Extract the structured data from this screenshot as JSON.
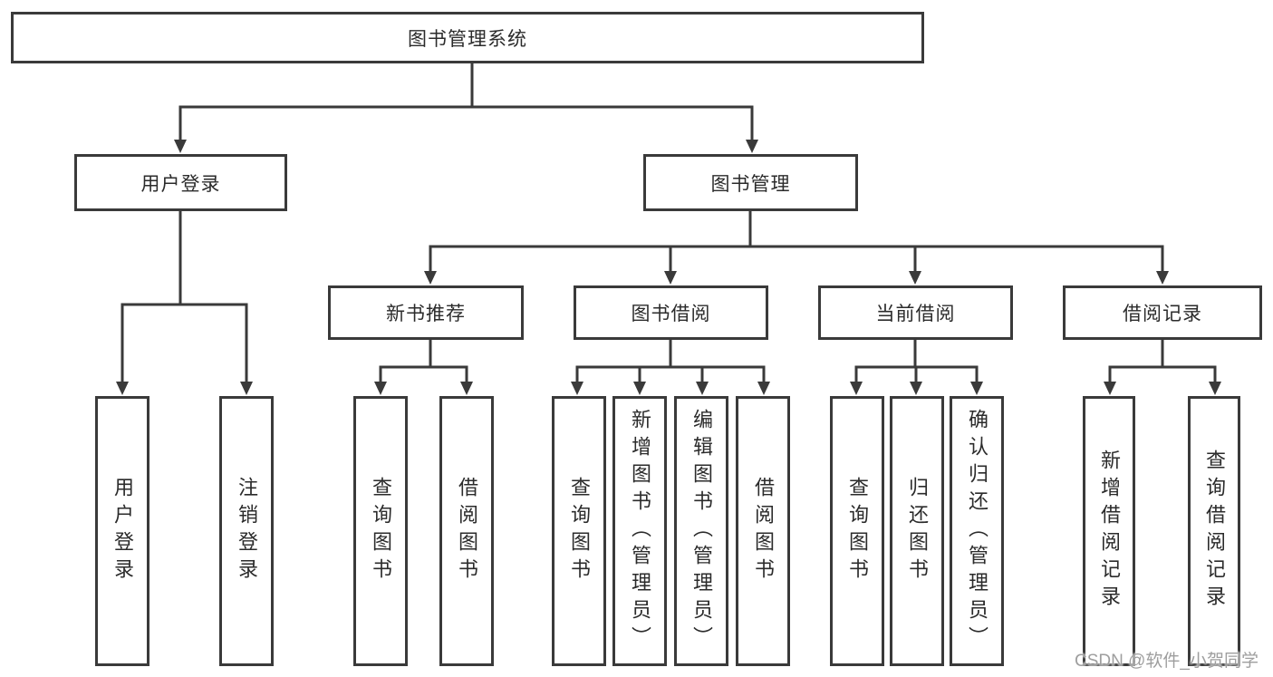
{
  "diagram": {
    "title_note": "",
    "root": {
      "label": "图书管理系统"
    },
    "level2": [
      {
        "id": "user-login",
        "label": "用户登录"
      },
      {
        "id": "book-management",
        "label": "图书管理"
      }
    ],
    "level3": [
      {
        "id": "new-book-recommend",
        "parent": "图书管理",
        "label": "新书推荐"
      },
      {
        "id": "book-borrow",
        "parent": "图书管理",
        "label": "图书借阅"
      },
      {
        "id": "current-borrow",
        "parent": "图书管理",
        "label": "当前借阅"
      },
      {
        "id": "borrow-records",
        "parent": "图书管理",
        "label": "借阅记录"
      }
    ],
    "leaves": [
      {
        "parent": "用户登录",
        "label": "用户登录"
      },
      {
        "parent": "用户登录",
        "label": "注销登录"
      },
      {
        "parent": "新书推荐",
        "label": "查询图书"
      },
      {
        "parent": "新书推荐",
        "label": "借阅图书"
      },
      {
        "parent": "图书借阅",
        "label": "查询图书"
      },
      {
        "parent": "图书借阅",
        "label": "新增图书（管理员）"
      },
      {
        "parent": "图书借阅",
        "label": "编辑图书（管理员）"
      },
      {
        "parent": "图书借阅",
        "label": "借阅图书"
      },
      {
        "parent": "当前借阅",
        "label": "查询图书"
      },
      {
        "parent": "当前借阅",
        "label": "归还图书"
      },
      {
        "parent": "当前借阅",
        "label": "确认归还（管理员）"
      },
      {
        "parent": "借阅记录",
        "label": "新增借阅记录"
      },
      {
        "parent": "借阅记录",
        "label": "查询借阅记录"
      }
    ],
    "colors": {
      "line": "#3a3a3a",
      "text": "#2b2b2b",
      "background": "#ffffff",
      "watermark": "#9e9e9e"
    }
  },
  "watermark": {
    "text": "CSDN @软件_小贺同学"
  }
}
